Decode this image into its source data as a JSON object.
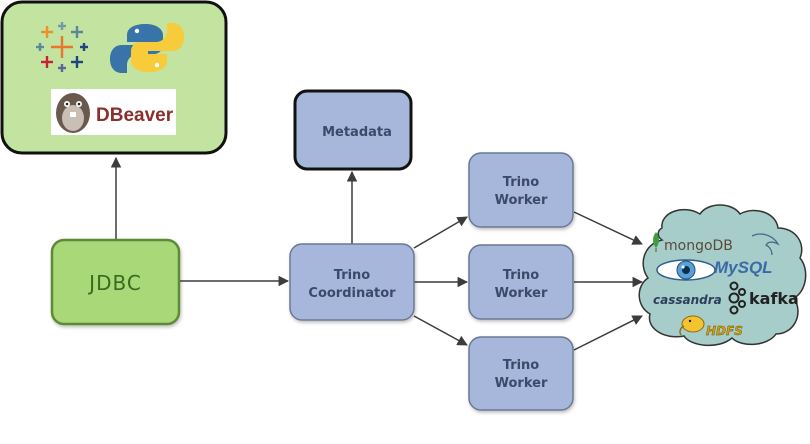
{
  "clients": {
    "logos": [
      "tableau-logo",
      "python-logo",
      "dbeaver-logo"
    ],
    "dbeaver_label": "DBeaver"
  },
  "jdbc": {
    "label": "JDBC"
  },
  "metadata": {
    "label": "Metadata"
  },
  "coordinator": {
    "line1": "Trino",
    "line2": "Coordinator"
  },
  "workers": [
    {
      "line1": "Trino",
      "line2": "Worker"
    },
    {
      "line1": "Trino",
      "line2": "Worker"
    },
    {
      "line1": "Trino",
      "line2": "Worker"
    }
  ],
  "datasources": {
    "mongodb": "mongoDB",
    "mysql": "MySQL",
    "cassandra": "cassandra",
    "kafka": "kafka",
    "hdfs": "HDFS"
  },
  "colors": {
    "client_box": "#c3e3a0",
    "jdbc_box": "#a8d877",
    "jdbc_border": "#5e8a35",
    "node_box": "#a7b6db",
    "node_border": "#6b7896",
    "cloud": "#a6cdc9",
    "edge": "#3c3c3c"
  }
}
